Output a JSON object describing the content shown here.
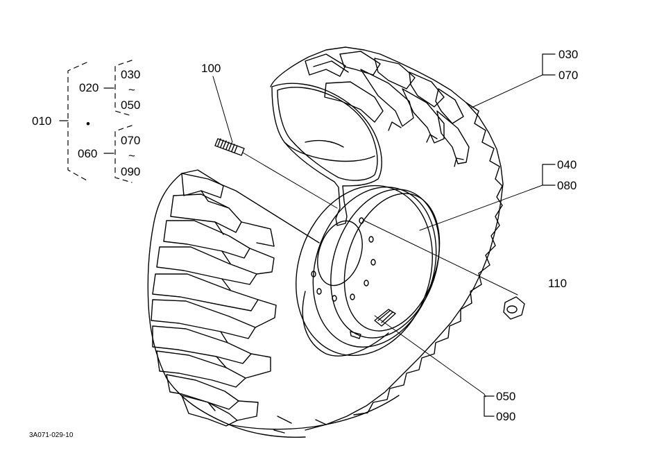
{
  "diagram": {
    "labels": {
      "p010": "010",
      "p020": "020",
      "p060": "060",
      "p100": "100",
      "p110": "110",
      "g020_a": "030",
      "g020_b": "050",
      "g060_a": "070",
      "g060_b": "090",
      "r1_a": "030",
      "r1_b": "070",
      "r2_a": "040",
      "r2_b": "080",
      "r3_a": "050",
      "r3_b": "090",
      "tilde1": "~",
      "tilde2": "~",
      "dot": "•"
    },
    "drawing_code": "3A071-029-10"
  }
}
